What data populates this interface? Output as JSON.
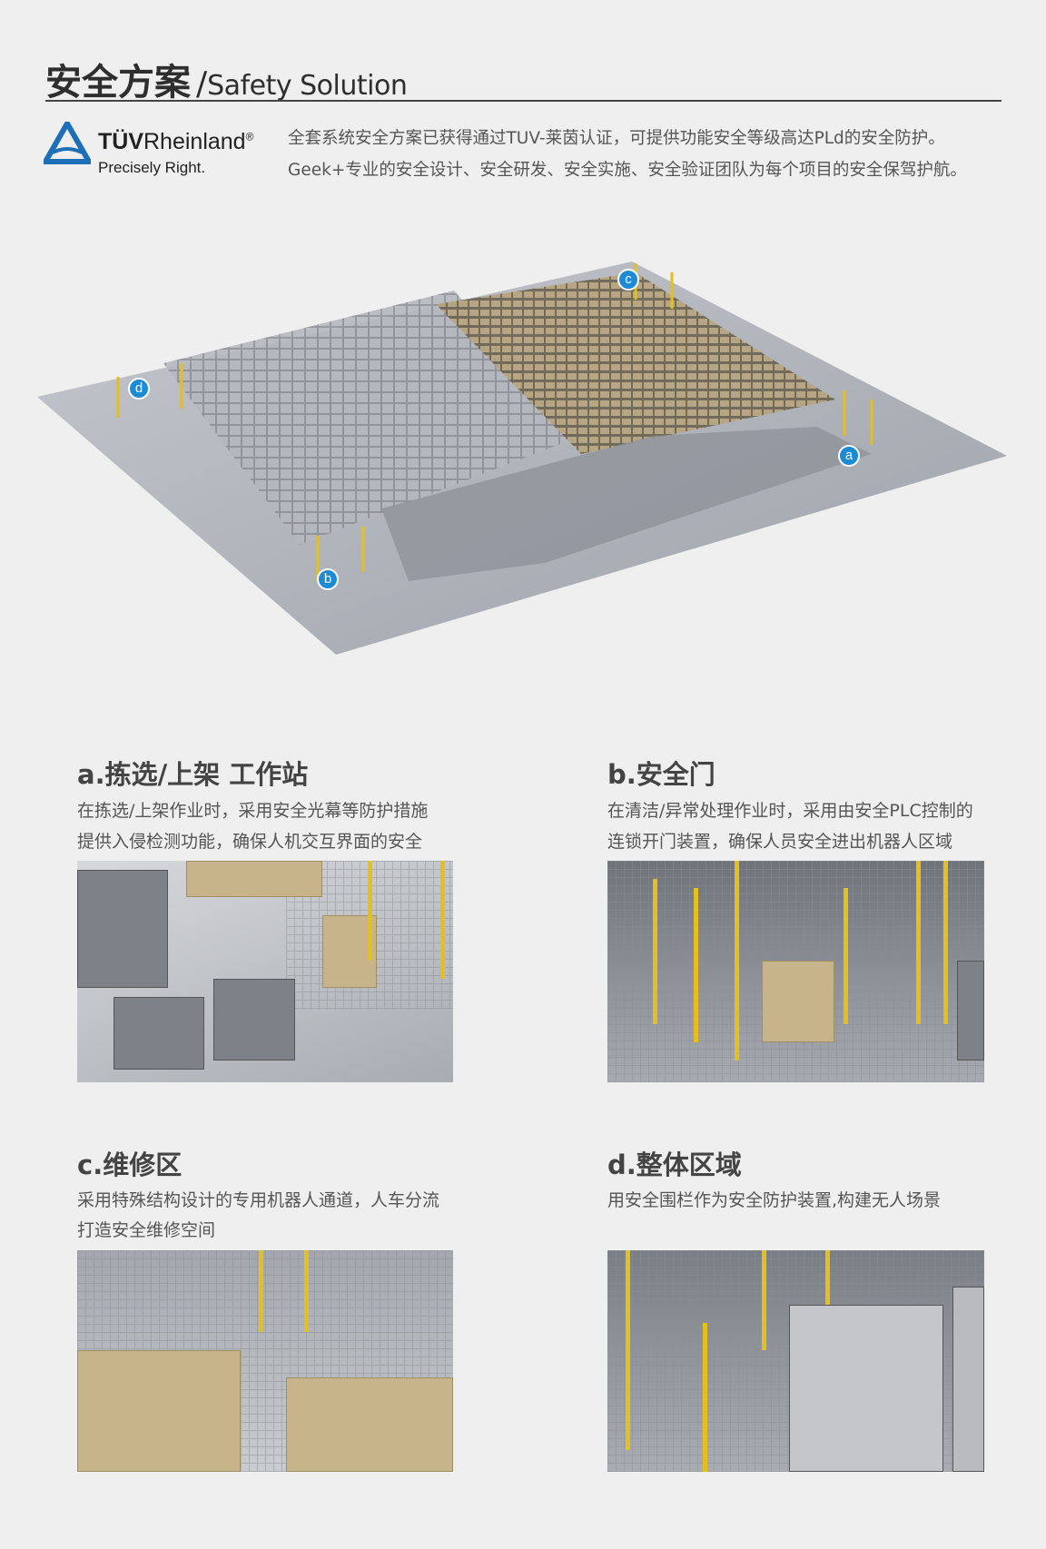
{
  "header": {
    "title_cn": "安全方案",
    "slash": "/",
    "title_en": "Safety Solution"
  },
  "logo": {
    "name_bold": "TÜV",
    "name_rest": "Rheinland",
    "reg": "®",
    "tagline": "Precisely Right."
  },
  "intro": {
    "line1": "全套系统安全方案已获得通过TUV-莱茵认证，可提供功能安全等级高达PLd的安全防护。",
    "line2": "Geek+专业的安全设计、安全研发、安全实施、安全验证团队为每个项目的安全保驾护航。"
  },
  "overview": {
    "markers": [
      "a",
      "b",
      "c",
      "d"
    ]
  },
  "sections": [
    {
      "heading": "a.拣选/上架 工作站",
      "desc1": "在拣选/上架作业时，采用安全光幕等防护措施",
      "desc2": "提供入侵检测功能，确保人机交互界面的安全"
    },
    {
      "heading": "b.安全门",
      "desc1": "在清洁/异常处理作业时，采用由安全PLC控制的",
      "desc2": "连锁开门装置，确保人员安全进出机器人区域"
    },
    {
      "heading": "c.维修区",
      "desc1": "采用特殊结构设计的专用机器人通道，人车分流",
      "desc2": "打造安全维修空间"
    },
    {
      "heading": "d.整体区域",
      "desc1": "用安全围栏作为安全防护装置,构建无人场景",
      "desc2": ""
    }
  ],
  "colors": {
    "marker": "#1d8ad6",
    "fence": "#e5c01c",
    "tuv_blue": "#1d6fb8"
  }
}
